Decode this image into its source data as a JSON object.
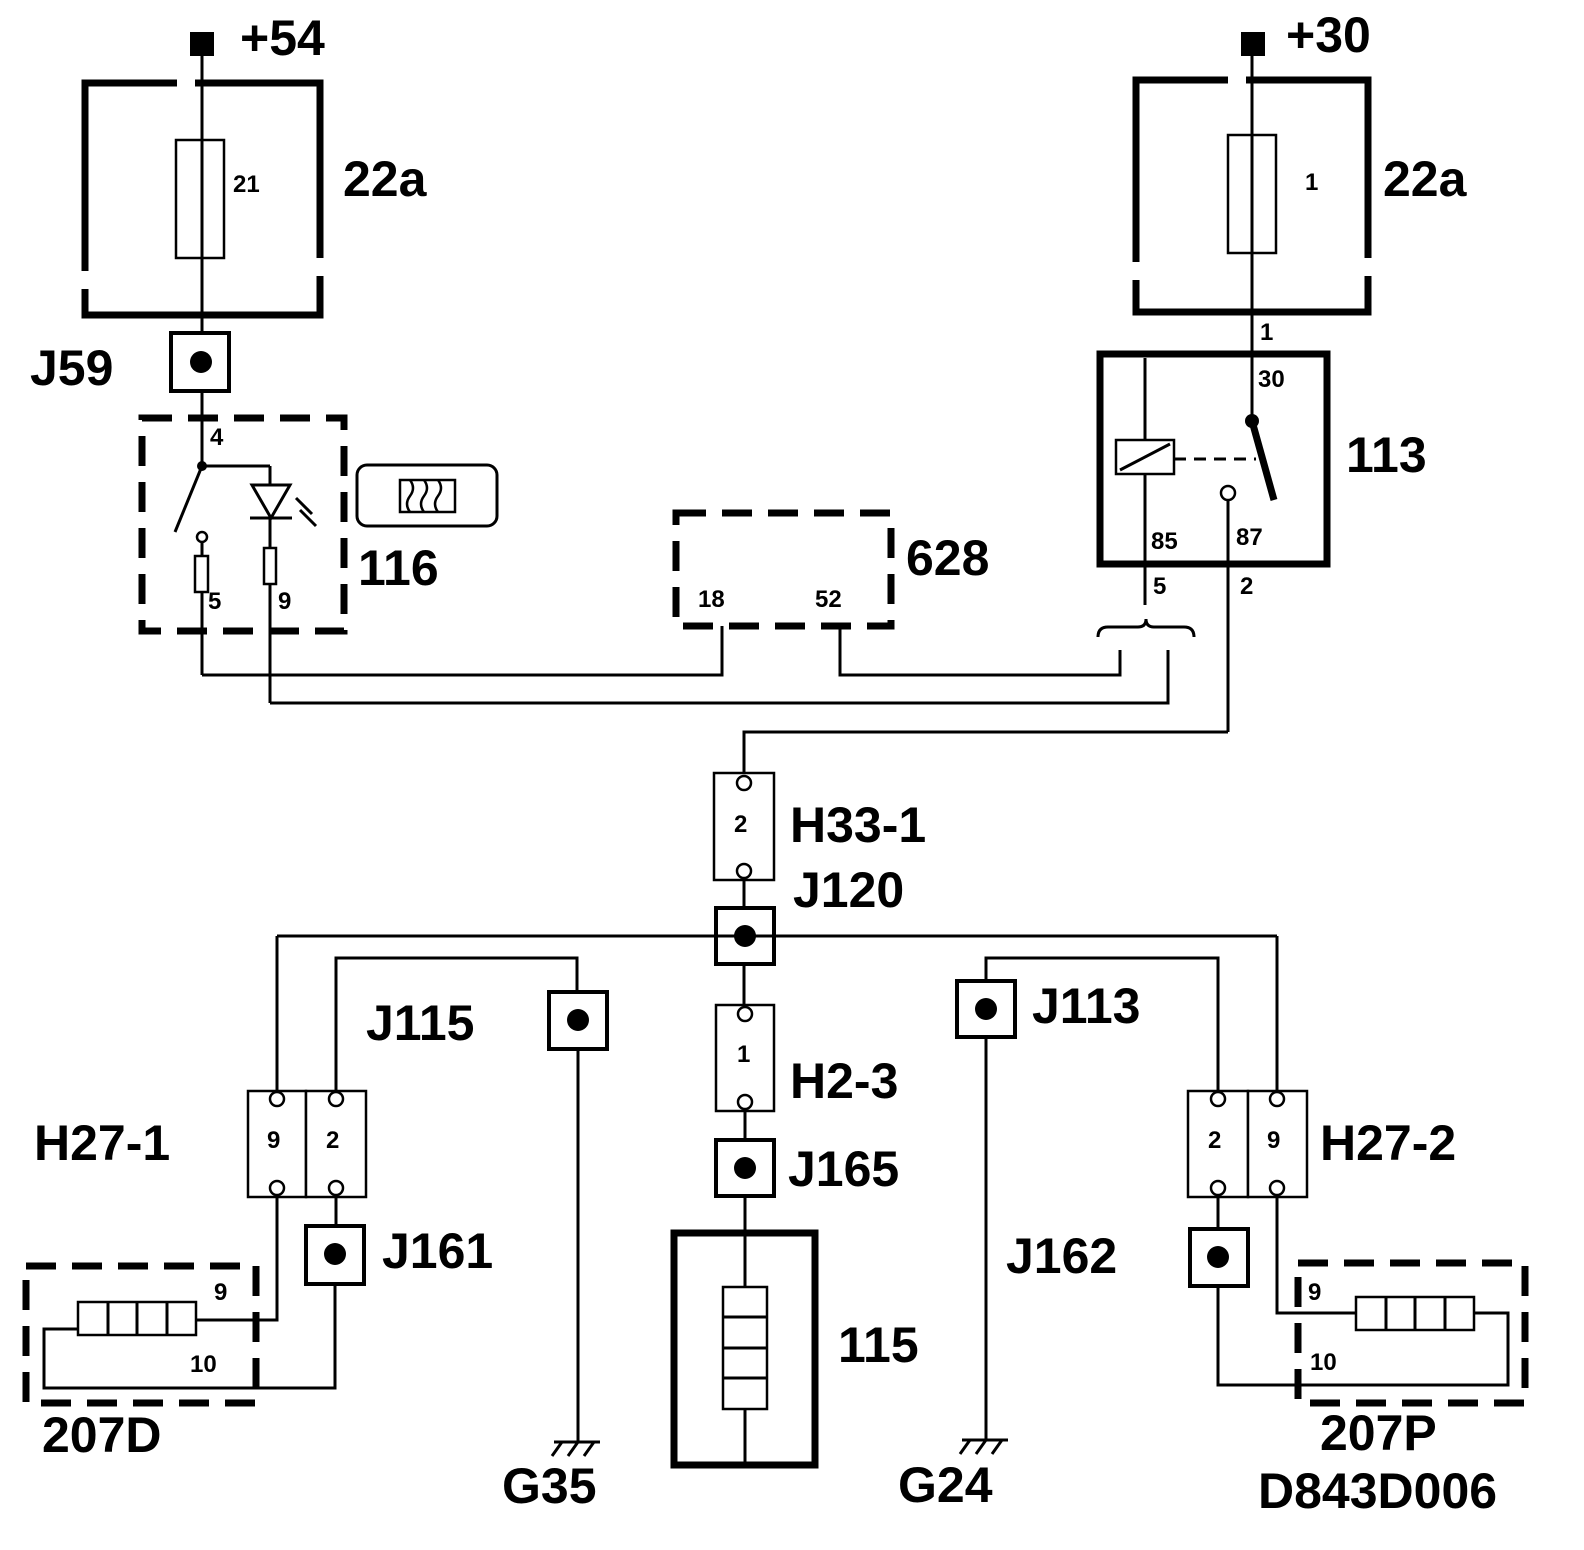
{
  "diagram_id": "D843D006",
  "supply_left": "+54",
  "supply_right": "+30",
  "fuse_left": {
    "box": "22a",
    "number": "21"
  },
  "fuse_right": {
    "box": "22a",
    "number": "1"
  },
  "junctions": {
    "j59": "J59",
    "j120": "J120",
    "j115": "J115",
    "j113": "J113",
    "j165": "J165",
    "j161": "J161",
    "j162": "J162"
  },
  "switch_116": {
    "label": "116",
    "pins": [
      "4",
      "5",
      "9"
    ]
  },
  "module_628": {
    "label": "628",
    "pins": [
      "18",
      "52"
    ]
  },
  "relay_113": {
    "label": "113",
    "pins": [
      "1",
      "30",
      "85",
      "87",
      "5",
      "2"
    ]
  },
  "connectors": {
    "h33_1": {
      "label": "H33-1",
      "pin": "2"
    },
    "h2_3": {
      "label": "H2-3",
      "pin": "1"
    },
    "h27_1": {
      "label": "H27-1",
      "pins": [
        "9",
        "2"
      ]
    },
    "h27_2": {
      "label": "H27-2",
      "pins": [
        "2",
        "9"
      ]
    }
  },
  "heater_207d": {
    "label": "207D",
    "pins": [
      "9",
      "10"
    ]
  },
  "heater_207p": {
    "label": "207P",
    "pins": [
      "9",
      "10"
    ]
  },
  "rear_heater_115": "115",
  "grounds": {
    "g35": "G35",
    "g24": "G24"
  }
}
